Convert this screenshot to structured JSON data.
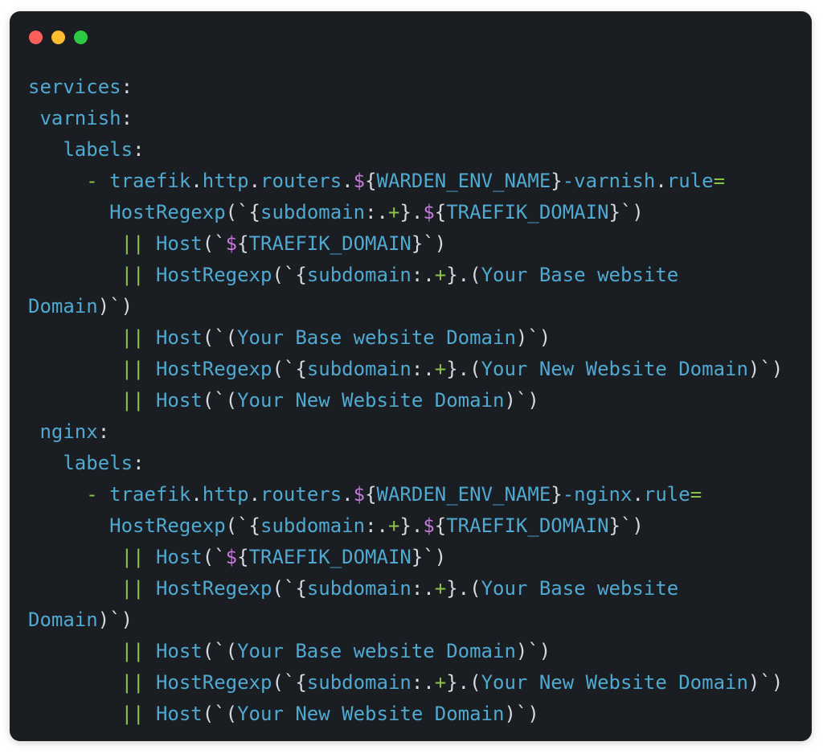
{
  "window": {
    "kind": "terminal-code-snippet",
    "colors": {
      "page_background": "#FFFFFF",
      "window_background": "#1A1D22",
      "red": "#FC605C",
      "yellow": "#FDBC2F",
      "green_light": "#2EC944"
    }
  },
  "code": {
    "language": "yaml-docker-compose",
    "palette": {
      "b": "#4FA9D0",
      "p": "#D5DAE0",
      "g": "#8BC34A",
      "v": "#C678DD"
    },
    "lines": [
      [
        {
          "t": "services",
          "c": "b"
        },
        {
          "t": ":",
          "c": "p"
        }
      ],
      [
        {
          "t": " ",
          "c": "p"
        },
        {
          "t": "varnish",
          "c": "b"
        },
        {
          "t": ":",
          "c": "p"
        }
      ],
      [
        {
          "t": "   ",
          "c": "p"
        },
        {
          "t": "labels",
          "c": "b"
        },
        {
          "t": ":",
          "c": "p"
        }
      ],
      [
        {
          "t": "     ",
          "c": "p"
        },
        {
          "t": "-",
          "c": "g"
        },
        {
          "t": " ",
          "c": "p"
        },
        {
          "t": "traefik",
          "c": "b"
        },
        {
          "t": ".",
          "c": "p"
        },
        {
          "t": "http",
          "c": "b"
        },
        {
          "t": ".",
          "c": "p"
        },
        {
          "t": "routers",
          "c": "b"
        },
        {
          "t": ".",
          "c": "p"
        },
        {
          "t": "$",
          "c": "v"
        },
        {
          "t": "{",
          "c": "p"
        },
        {
          "t": "WARDEN_ENV_NAME",
          "c": "b"
        },
        {
          "t": "}",
          "c": "p"
        },
        {
          "t": "-varnish",
          "c": "b"
        },
        {
          "t": ".",
          "c": "p"
        },
        {
          "t": "rule",
          "c": "b"
        },
        {
          "t": "=",
          "c": "g"
        }
      ],
      [
        {
          "t": "       ",
          "c": "p"
        },
        {
          "t": "HostRegexp",
          "c": "b"
        },
        {
          "t": "(`{",
          "c": "p"
        },
        {
          "t": "subdomain",
          "c": "b"
        },
        {
          "t": ":.",
          "c": "p"
        },
        {
          "t": "+",
          "c": "g"
        },
        {
          "t": "}.",
          "c": "p"
        },
        {
          "t": "$",
          "c": "v"
        },
        {
          "t": "{",
          "c": "p"
        },
        {
          "t": "TRAEFIK_DOMAIN",
          "c": "b"
        },
        {
          "t": "}`)",
          "c": "p"
        }
      ],
      [
        {
          "t": "        ",
          "c": "p"
        },
        {
          "t": "||",
          "c": "g"
        },
        {
          "t": " ",
          "c": "p"
        },
        {
          "t": "Host",
          "c": "b"
        },
        {
          "t": "(`",
          "c": "p"
        },
        {
          "t": "$",
          "c": "v"
        },
        {
          "t": "{",
          "c": "p"
        },
        {
          "t": "TRAEFIK_DOMAIN",
          "c": "b"
        },
        {
          "t": "}`)",
          "c": "p"
        }
      ],
      [
        {
          "t": "        ",
          "c": "p"
        },
        {
          "t": "||",
          "c": "g"
        },
        {
          "t": " ",
          "c": "p"
        },
        {
          "t": "HostRegexp",
          "c": "b"
        },
        {
          "t": "(`{",
          "c": "p"
        },
        {
          "t": "subdomain",
          "c": "b"
        },
        {
          "t": ":.",
          "c": "p"
        },
        {
          "t": "+",
          "c": "g"
        },
        {
          "t": "}.(",
          "c": "p"
        },
        {
          "t": "Your Base website",
          "c": "b"
        }
      ],
      [
        {
          "t": "Domain",
          "c": "b"
        },
        {
          "t": ")`)",
          "c": "p"
        }
      ],
      [
        {
          "t": "        ",
          "c": "p"
        },
        {
          "t": "||",
          "c": "g"
        },
        {
          "t": " ",
          "c": "p"
        },
        {
          "t": "Host",
          "c": "b"
        },
        {
          "t": "(`(",
          "c": "p"
        },
        {
          "t": "Your Base website Domain",
          "c": "b"
        },
        {
          "t": ")`)",
          "c": "p"
        }
      ],
      [
        {
          "t": "        ",
          "c": "p"
        },
        {
          "t": "||",
          "c": "g"
        },
        {
          "t": " ",
          "c": "p"
        },
        {
          "t": "HostRegexp",
          "c": "b"
        },
        {
          "t": "(`{",
          "c": "p"
        },
        {
          "t": "subdomain",
          "c": "b"
        },
        {
          "t": ":.",
          "c": "p"
        },
        {
          "t": "+",
          "c": "g"
        },
        {
          "t": "}.(",
          "c": "p"
        },
        {
          "t": "Your New Website Domain",
          "c": "b"
        },
        {
          "t": ")`)",
          "c": "p"
        }
      ],
      [
        {
          "t": "        ",
          "c": "p"
        },
        {
          "t": "||",
          "c": "g"
        },
        {
          "t": " ",
          "c": "p"
        },
        {
          "t": "Host",
          "c": "b"
        },
        {
          "t": "(`(",
          "c": "p"
        },
        {
          "t": "Your New Website Domain",
          "c": "b"
        },
        {
          "t": ")`)",
          "c": "p"
        }
      ],
      [
        {
          "t": " ",
          "c": "p"
        },
        {
          "t": "nginx",
          "c": "b"
        },
        {
          "t": ":",
          "c": "p"
        }
      ],
      [
        {
          "t": "   ",
          "c": "p"
        },
        {
          "t": "labels",
          "c": "b"
        },
        {
          "t": ":",
          "c": "p"
        }
      ],
      [
        {
          "t": "     ",
          "c": "p"
        },
        {
          "t": "-",
          "c": "g"
        },
        {
          "t": " ",
          "c": "p"
        },
        {
          "t": "traefik",
          "c": "b"
        },
        {
          "t": ".",
          "c": "p"
        },
        {
          "t": "http",
          "c": "b"
        },
        {
          "t": ".",
          "c": "p"
        },
        {
          "t": "routers",
          "c": "b"
        },
        {
          "t": ".",
          "c": "p"
        },
        {
          "t": "$",
          "c": "v"
        },
        {
          "t": "{",
          "c": "p"
        },
        {
          "t": "WARDEN_ENV_NAME",
          "c": "b"
        },
        {
          "t": "}",
          "c": "p"
        },
        {
          "t": "-nginx",
          "c": "b"
        },
        {
          "t": ".",
          "c": "p"
        },
        {
          "t": "rule",
          "c": "b"
        },
        {
          "t": "=",
          "c": "g"
        }
      ],
      [
        {
          "t": "       ",
          "c": "p"
        },
        {
          "t": "HostRegexp",
          "c": "b"
        },
        {
          "t": "(`{",
          "c": "p"
        },
        {
          "t": "subdomain",
          "c": "b"
        },
        {
          "t": ":.",
          "c": "p"
        },
        {
          "t": "+",
          "c": "g"
        },
        {
          "t": "}.",
          "c": "p"
        },
        {
          "t": "$",
          "c": "v"
        },
        {
          "t": "{",
          "c": "p"
        },
        {
          "t": "TRAEFIK_DOMAIN",
          "c": "b"
        },
        {
          "t": "}`)",
          "c": "p"
        }
      ],
      [
        {
          "t": "        ",
          "c": "p"
        },
        {
          "t": "||",
          "c": "g"
        },
        {
          "t": " ",
          "c": "p"
        },
        {
          "t": "Host",
          "c": "b"
        },
        {
          "t": "(`",
          "c": "p"
        },
        {
          "t": "$",
          "c": "v"
        },
        {
          "t": "{",
          "c": "p"
        },
        {
          "t": "TRAEFIK_DOMAIN",
          "c": "b"
        },
        {
          "t": "}`)",
          "c": "p"
        }
      ],
      [
        {
          "t": "        ",
          "c": "p"
        },
        {
          "t": "||",
          "c": "g"
        },
        {
          "t": " ",
          "c": "p"
        },
        {
          "t": "HostRegexp",
          "c": "b"
        },
        {
          "t": "(`{",
          "c": "p"
        },
        {
          "t": "subdomain",
          "c": "b"
        },
        {
          "t": ":.",
          "c": "p"
        },
        {
          "t": "+",
          "c": "g"
        },
        {
          "t": "}.(",
          "c": "p"
        },
        {
          "t": "Your Base website",
          "c": "b"
        }
      ],
      [
        {
          "t": "Domain",
          "c": "b"
        },
        {
          "t": ")`)",
          "c": "p"
        }
      ],
      [
        {
          "t": "        ",
          "c": "p"
        },
        {
          "t": "||",
          "c": "g"
        },
        {
          "t": " ",
          "c": "p"
        },
        {
          "t": "Host",
          "c": "b"
        },
        {
          "t": "(`(",
          "c": "p"
        },
        {
          "t": "Your Base website Domain",
          "c": "b"
        },
        {
          "t": ")`)",
          "c": "p"
        }
      ],
      [
        {
          "t": "        ",
          "c": "p"
        },
        {
          "t": "||",
          "c": "g"
        },
        {
          "t": " ",
          "c": "p"
        },
        {
          "t": "HostRegexp",
          "c": "b"
        },
        {
          "t": "(`{",
          "c": "p"
        },
        {
          "t": "subdomain",
          "c": "b"
        },
        {
          "t": ":.",
          "c": "p"
        },
        {
          "t": "+",
          "c": "g"
        },
        {
          "t": "}.(",
          "c": "p"
        },
        {
          "t": "Your New Website Domain",
          "c": "b"
        },
        {
          "t": ")`)",
          "c": "p"
        }
      ],
      [
        {
          "t": "        ",
          "c": "p"
        },
        {
          "t": "||",
          "c": "g"
        },
        {
          "t": " ",
          "c": "p"
        },
        {
          "t": "Host",
          "c": "b"
        },
        {
          "t": "(`(",
          "c": "p"
        },
        {
          "t": "Your New Website Domain",
          "c": "b"
        },
        {
          "t": ")`)",
          "c": "p"
        }
      ]
    ]
  }
}
